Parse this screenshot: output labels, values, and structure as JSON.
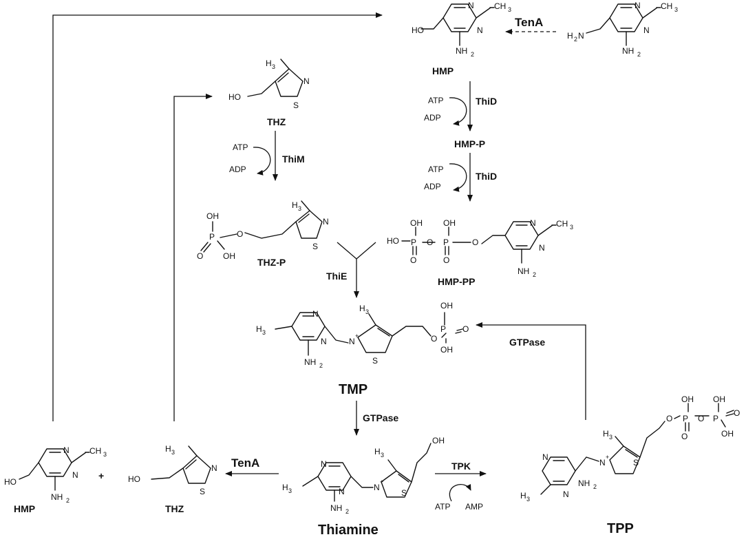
{
  "compounds": {
    "hmp_top": "HMP",
    "thz_top": "THZ",
    "hmp_p": "HMP-P",
    "thz_p": "THZ-P",
    "hmp_pp": "HMP-PP",
    "tmp": "TMP",
    "hmp_bottom": "HMP",
    "thz_bottom": "THZ",
    "thiamine": "Thiamine",
    "tpp": "TPP"
  },
  "enzymes": {
    "tena_top": "TenA",
    "tena_bottom": "TenA",
    "thid_1": "ThiD",
    "thid_2": "ThiD",
    "thim": "ThiM",
    "thie": "ThiE",
    "gtpase_tmp": "GTPase",
    "gtpase_tpp": "GTPase",
    "tpk": "TPK"
  },
  "cofactors": {
    "atp": "ATP",
    "adp": "ADP",
    "amp": "AMP"
  },
  "atoms": {
    "ch3": "CH",
    "ch3_sub": "3",
    "h3c": "H",
    "h3c_sub": "3",
    "nh2": "NH",
    "nh2_sub": "2",
    "h2n": "H",
    "h2n_sub": "2",
    "n": "N",
    "s": "S",
    "o": "O",
    "p": "P",
    "oh": "OH",
    "ho": "HO",
    "n_plus": "N",
    "plus": "+",
    "plus_sign": "+"
  }
}
